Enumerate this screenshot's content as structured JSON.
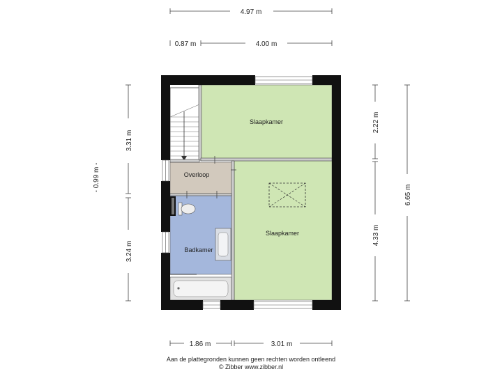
{
  "dimensions": {
    "total_width": "4.97 m",
    "stair_width": "0.87 m",
    "bedroom_width": "4.00 m",
    "left_upper_height": "3.31 m",
    "left_offset": "- 0.99 m -",
    "left_lower_height": "3.24 m",
    "right_upper_height": "2.22 m",
    "right_lower_height": "4.33 m",
    "right_total_height": "6.65 m",
    "bottom_left_width": "1.86 m",
    "bottom_right_width": "3.01 m"
  },
  "rooms": {
    "bedroom_top": "Slaapkamer",
    "landing": "Overloop",
    "bathroom": "Badkamer",
    "bedroom_bottom": "Slaapkamer"
  },
  "colors": {
    "bedroom": "#cfe6b4",
    "landing": "#d2c9bd",
    "bathroom": "#a4b7dc",
    "wall": "#111111"
  },
  "footer": {
    "line1": "Aan de plattegronden kunnen geen rechten worden ontleend",
    "line2": "© Zibber www.zibber.nl"
  }
}
